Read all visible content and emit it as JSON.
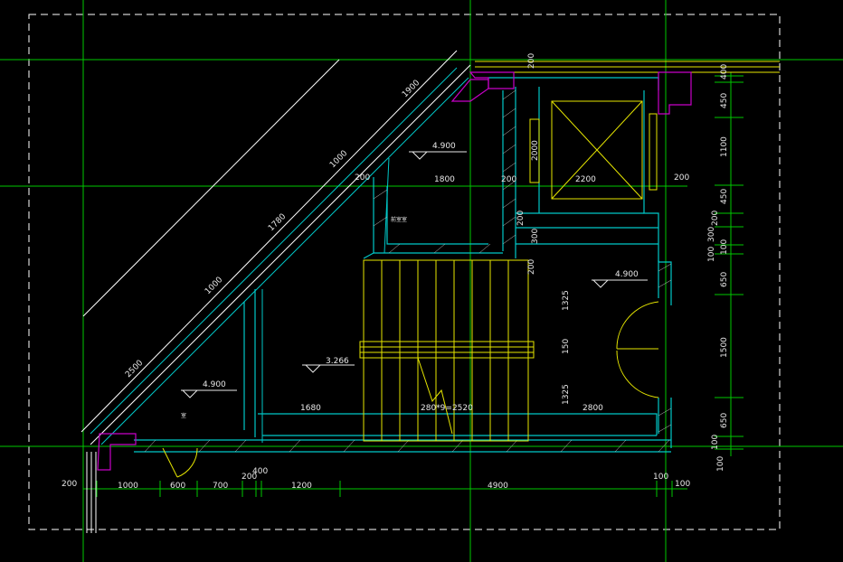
{
  "colors": {
    "background": "#000000",
    "axis": "#00c800",
    "wall": "#00c8c8",
    "stair": "#e6e600",
    "column": "#c800c8",
    "frame": "#ffffff",
    "text": "#e8e8e8"
  },
  "diagonal_dims": [
    "1900",
    "1000",
    "1780",
    "1000",
    "2500"
  ],
  "top_dims": [
    "200"
  ],
  "right_dims": [
    "400",
    "450",
    "1100",
    "450",
    "200",
    "100",
    "300",
    "100",
    "650",
    "1500",
    "650",
    "100",
    "100"
  ],
  "bottom_dims": [
    "200",
    "1000",
    "600",
    "700",
    "200",
    "400",
    "1200",
    "4900",
    "100",
    "100"
  ],
  "interior_dims": {
    "room_width": "1800",
    "wall_left": "200",
    "wall_mid": "200",
    "elevator_width": "2200",
    "wall_right": "200",
    "elevator_depth": "2000",
    "shaft_wall_a": "200",
    "shaft_wall_b": "300",
    "shaft_wall_c": "200",
    "stair_depth_a": "1325",
    "landing_gap": "150",
    "stair_depth_b": "1325",
    "lobby_width": "1680",
    "stair_run": "280*9=2520",
    "right_room_width": "2800"
  },
  "levels": {
    "upper_room": "4.900",
    "lobby": "4.900",
    "lower_left": "4.900",
    "mid_landing": "3.266"
  },
  "room_labels": {
    "small_room": "前室室",
    "lower_left_room": "室"
  }
}
